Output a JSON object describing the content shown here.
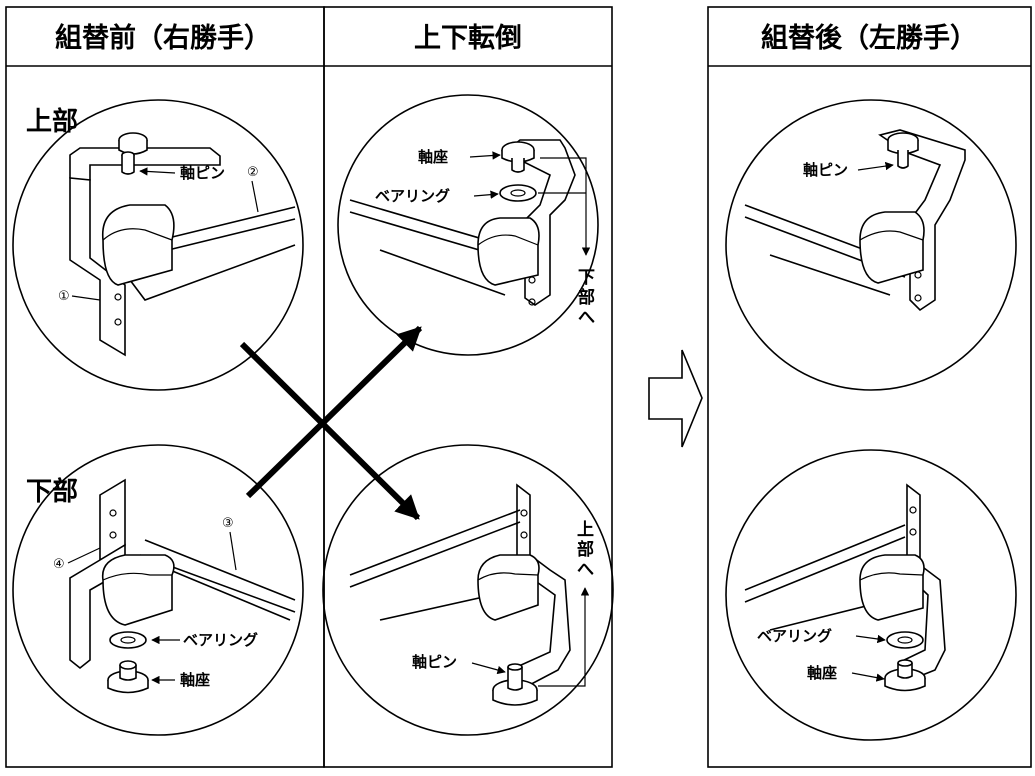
{
  "headers": {
    "before": "組替前（右勝手）",
    "flip": "上下転倒",
    "after": "組替後（左勝手）"
  },
  "sections": {
    "upper": "上部",
    "lower": "下部"
  },
  "labels": {
    "shaft_pin": "軸ピン",
    "shaft_seat": "軸座",
    "bearing": "ベアリング"
  },
  "vertical": {
    "to_lower": [
      "下",
      "部",
      "へ"
    ],
    "to_upper": [
      "上",
      "部",
      "へ"
    ]
  },
  "part_numbers": [
    "①",
    "②",
    "③",
    "④"
  ]
}
